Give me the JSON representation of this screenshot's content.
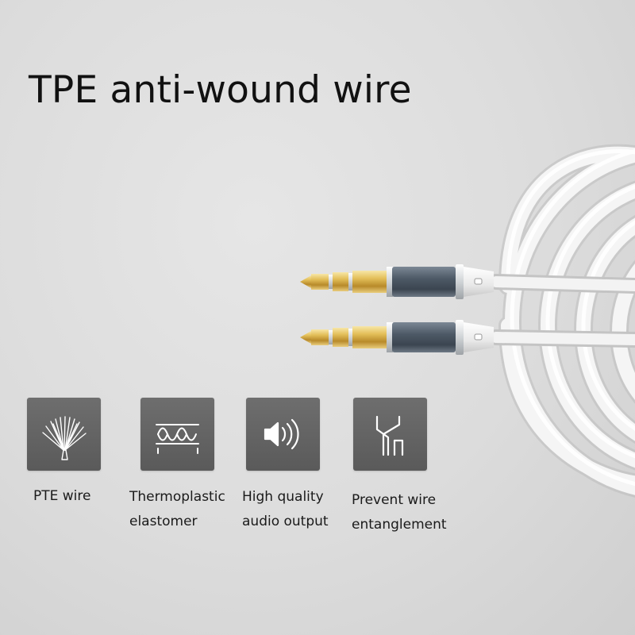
{
  "title": "TPE anti-wound wire",
  "features": [
    {
      "icon": "fiber-bundle-icon",
      "label": "PTE wire"
    },
    {
      "icon": "coil-waves-icon",
      "label": "Thermoplastic\nelastomer"
    },
    {
      "icon": "speaker-sound-icon",
      "label": "High quality\naudio output"
    },
    {
      "icon": "untangled-wire-icon",
      "label": "Prevent wire\nentanglement"
    }
  ],
  "colors": {
    "icon_bg": "#636363",
    "icon_stroke": "#ffffff",
    "gold_plug": "#d9b24a",
    "metal_housing": "#4f5a66",
    "cable": "#f2f2f2"
  }
}
